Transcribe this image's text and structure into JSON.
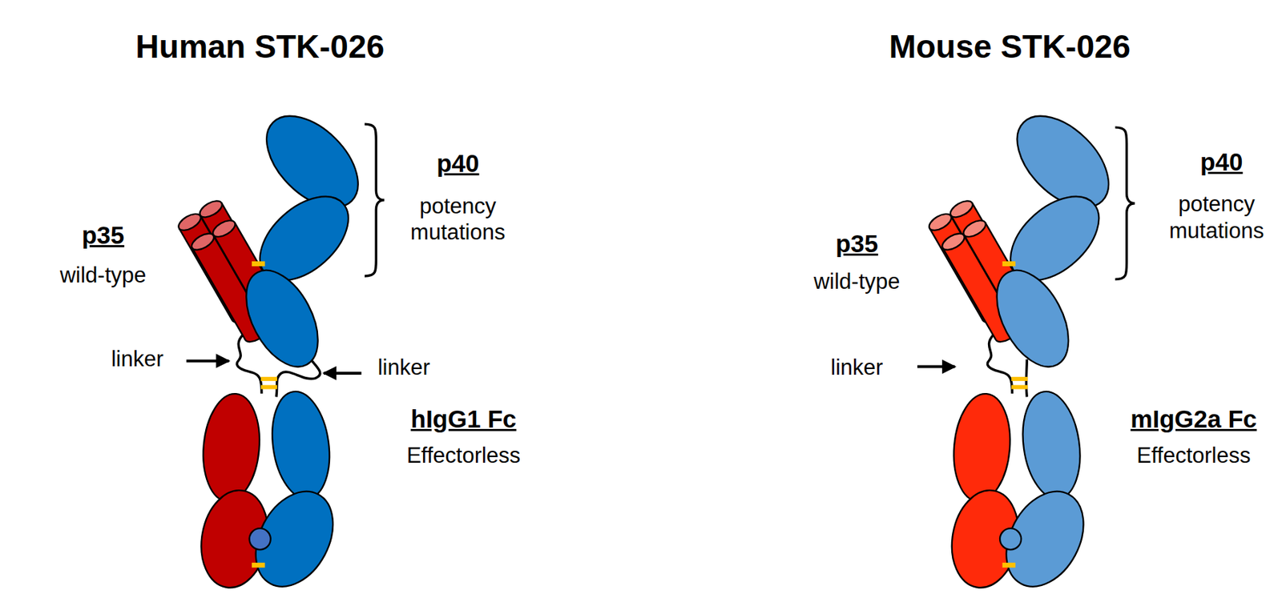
{
  "diagram": {
    "labels": [
      "Human STK-026",
      "p40",
      "potency mutations",
      "p35",
      "wild-type",
      "linker",
      "linker",
      "hIgG1 Fc",
      "Effectorless",
      "Mouse STK-026",
      "p40",
      "potency mutations",
      "p35",
      "wild-type",
      "linker",
      "mIgG2a Fc",
      "Effectorless"
    ]
  }
}
